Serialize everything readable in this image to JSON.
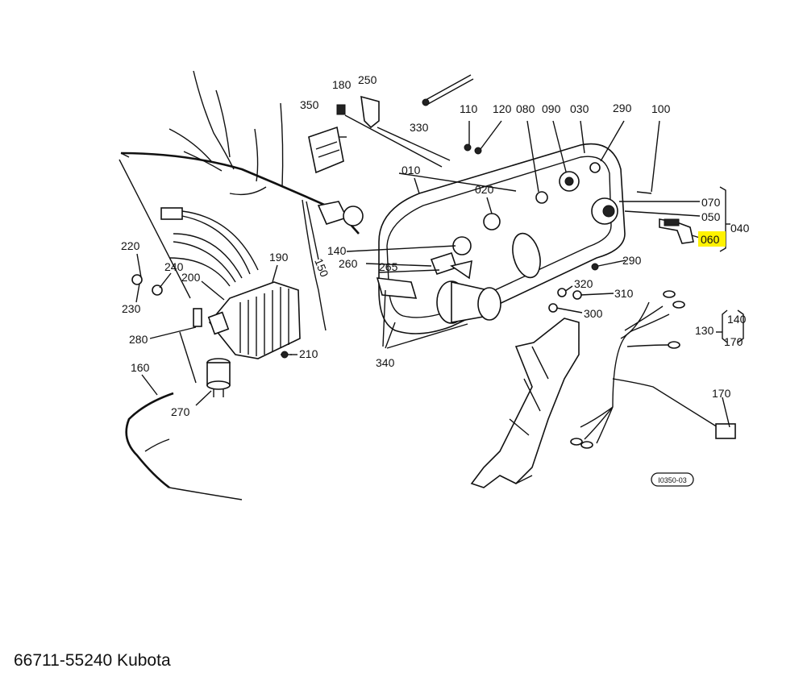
{
  "caption": "66711-55240 Kubota",
  "highlight_color": "#fff200",
  "callouts": {
    "c010": "010",
    "c020": "020",
    "c030": "030",
    "c040": "040",
    "c050": "050",
    "c060": "060",
    "c070": "070",
    "c080": "080",
    "c090": "090",
    "c100": "100",
    "c110": "110",
    "c120": "120",
    "c130": "130",
    "c140a": "140",
    "c140b": "140",
    "c150": "150",
    "c160": "160",
    "c170a": "170",
    "c170b": "170",
    "c180": "180",
    "c190": "190",
    "c200": "200",
    "c210": "210",
    "c220": "220",
    "c230": "230",
    "c240": "240",
    "c250": "250",
    "c260": "260",
    "c265": "265",
    "c270": "270",
    "c280": "280",
    "c290a": "290",
    "c290b": "290",
    "c300": "300",
    "c310": "310",
    "c320": "320",
    "c330": "330",
    "c340": "340",
    "c350": "350"
  },
  "figure_code": "I0350-03"
}
